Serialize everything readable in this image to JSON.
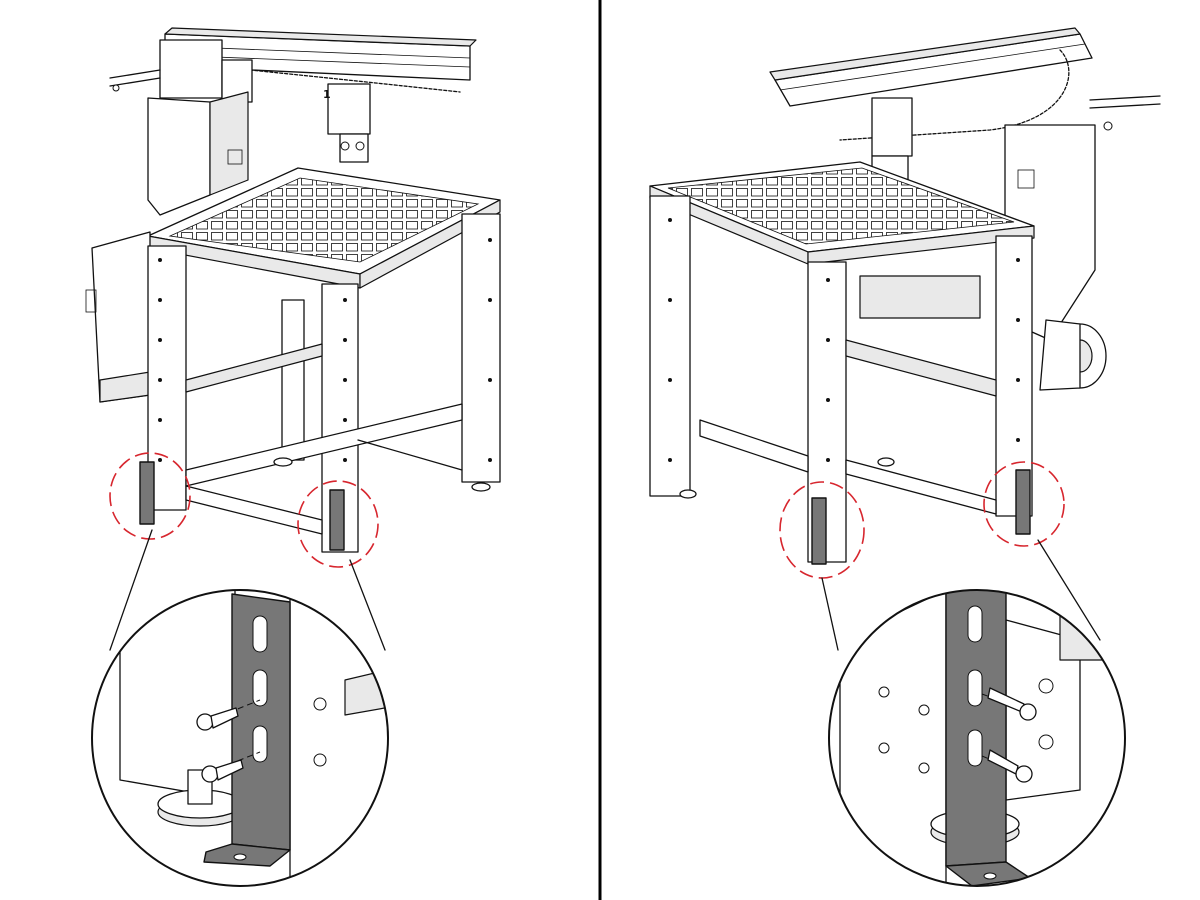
{
  "panels": [
    {
      "id": "left",
      "view": "front-left",
      "callout_label": "1"
    },
    {
      "id": "right",
      "view": "rear-right"
    }
  ],
  "colors": {
    "callout": "#d7262e",
    "bracket": "#777777",
    "divider": "#000000",
    "background": "#ffffff"
  }
}
